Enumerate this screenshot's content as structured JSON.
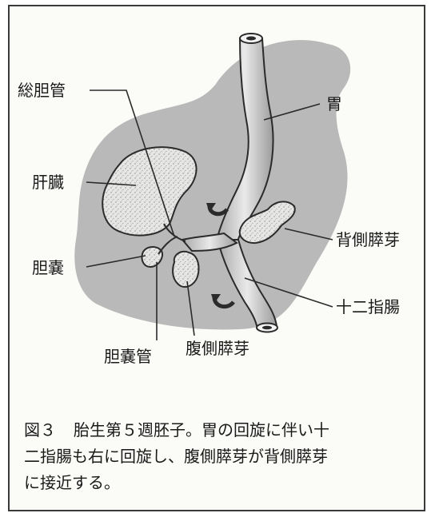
{
  "labels": {
    "common_bile_duct": "総胆管",
    "stomach": "胃",
    "liver": "肝臓",
    "dorsal_pancreatic_bud": "背側膵芽",
    "gallbladder": "胆嚢",
    "duodenum": "十二指腸",
    "cystic_duct": "胆嚢管",
    "ventral_pancreatic_bud": "腹側膵芽"
  },
  "caption": {
    "figure_number": "図３",
    "line1": "胎生第５週胚子。胃の回旋に伴い十",
    "line2": "二指腸も右に回旋し、腹側膵芽が背側膵芽",
    "line3": "に接近する。"
  },
  "colors": {
    "background_blob": "#b9b9b9",
    "organ_fill": "#e2e2e2",
    "outline": "#2b2b2b",
    "text": "#1a1a1a"
  }
}
